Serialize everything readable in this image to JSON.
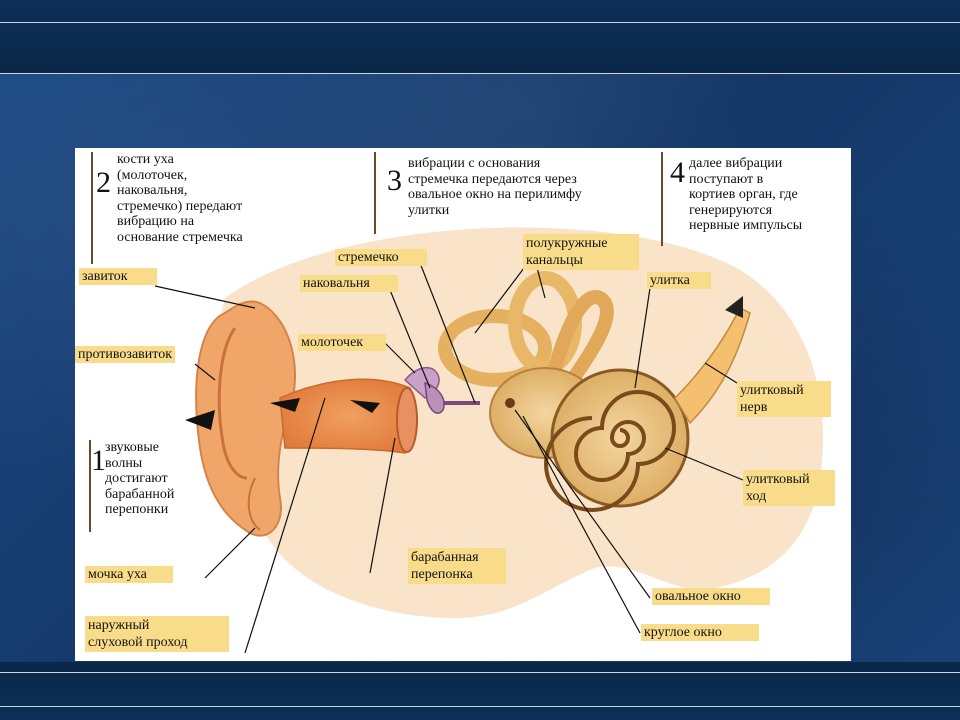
{
  "steps": [
    {
      "number": "1",
      "lines": [
        "звуковые",
        "волны",
        "достигают",
        "барабанной",
        "перепонки"
      ]
    },
    {
      "number": "2",
      "lines": [
        "кости уха",
        "(молоточек,",
        "наковальня,",
        "стремечко) передают",
        "вибрацию на",
        "основание стремечка"
      ]
    },
    {
      "number": "3",
      "lines": [
        "вибрации с основания",
        "стремечка передаются через",
        "овальное окно на перилимфу",
        "улитки"
      ]
    },
    {
      "number": "4",
      "lines": [
        "далее вибрации",
        "поступают в",
        "кортиев орган, где",
        "генерируются",
        "нервные импульсы"
      ]
    }
  ],
  "labels": {
    "zavitok": "завиток",
    "protivozavitok": "противозавиток",
    "mochka": "мочка уха",
    "prohod": [
      "наружный",
      "слуховой проход"
    ],
    "barabannaya": [
      "барабанная",
      "перепонка"
    ],
    "molotochek": "молоточек",
    "nakovalnya": "наковальня",
    "stremechko": "стремечко",
    "kanaltsy": [
      "полукружные",
      "канальцы"
    ],
    "ulitka": "улитка",
    "nerv": [
      "улитковый",
      "нерв"
    ],
    "hod": [
      "улитковый",
      "ход"
    ],
    "ovalnoe": "овальное окно",
    "krugloe": "круглое окно"
  }
}
